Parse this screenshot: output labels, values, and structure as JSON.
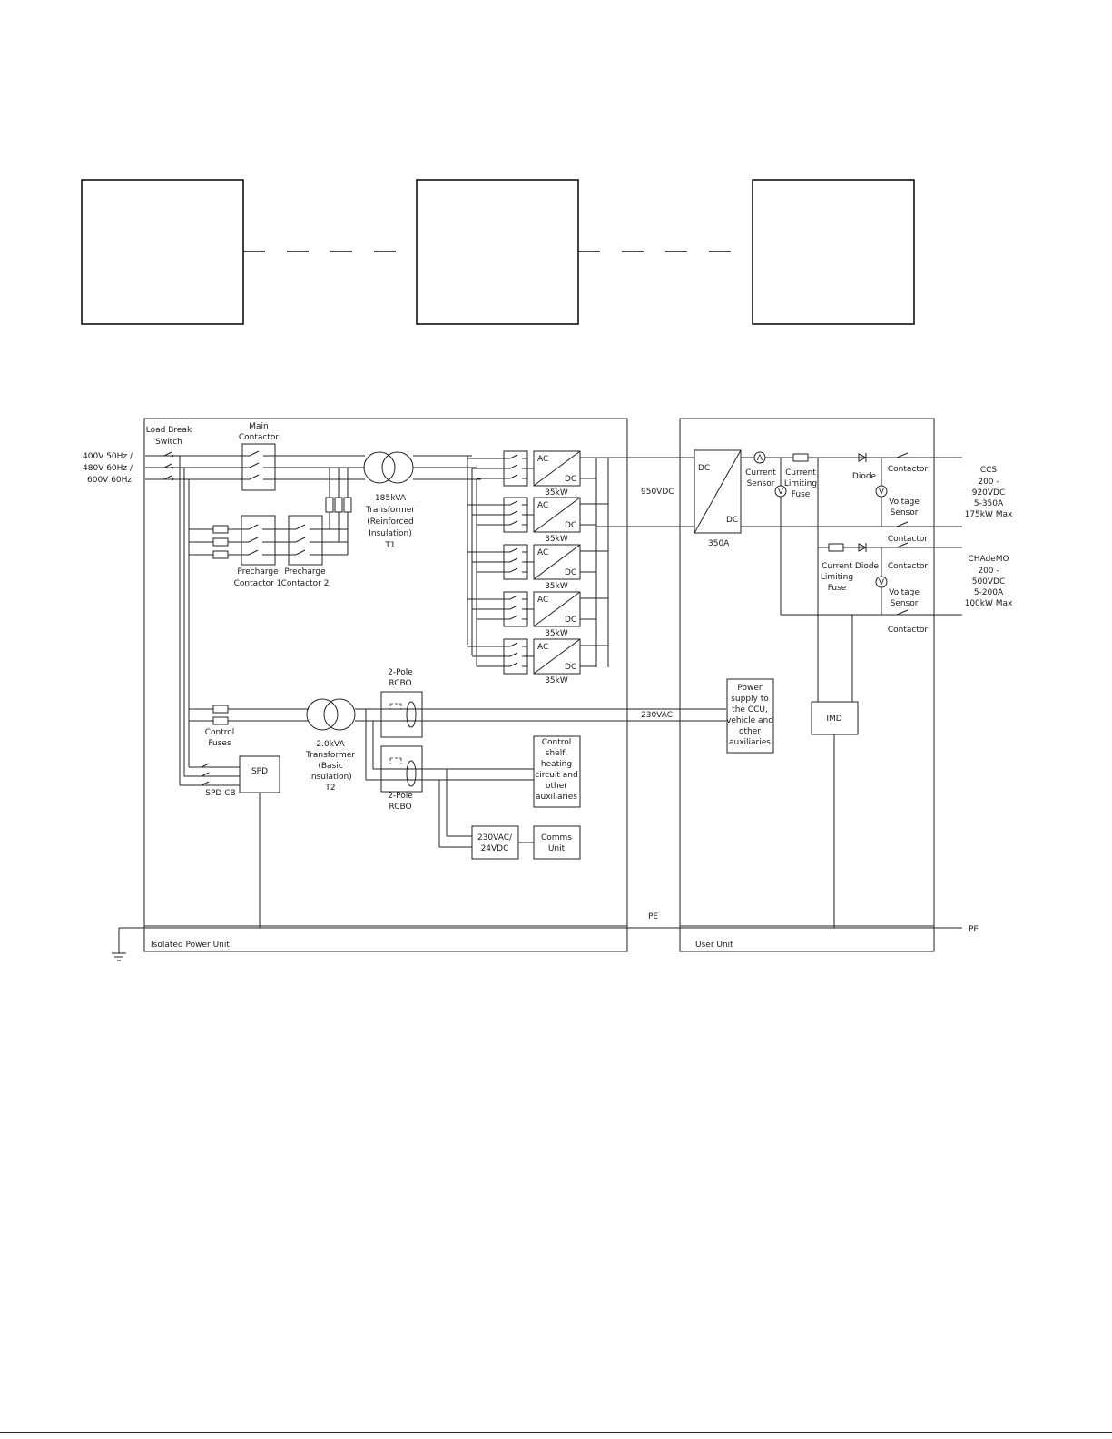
{
  "diagram": {
    "top_blocks": [
      {
        "id": "block-1",
        "text": ""
      },
      {
        "id": "block-2",
        "text": ""
      },
      {
        "id": "block-3",
        "text": ""
      }
    ],
    "units": {
      "isolated_power_unit": "Isolated Power Unit",
      "user_unit": "User Unit"
    },
    "supply": {
      "line1": "400V 50Hz /",
      "line2": "480V 60Hz /",
      "line3": "600V 60Hz"
    },
    "labels": {
      "load_break_switch_1": "Load Break",
      "load_break_switch_2": "Switch",
      "main_contactor_1": "Main",
      "main_contactor_2": "Contactor",
      "transformer_t1": [
        "185kVA",
        "Transformer",
        "(Reinforced",
        "Insulation)",
        "T1"
      ],
      "precharge_1_a": "Precharge",
      "precharge_1_b": "Contactor 1",
      "precharge_2_a": "Precharge",
      "precharge_2_b": "Contactor 2",
      "converter_ac": "AC",
      "converter_dc": "DC",
      "converter_kw": "35kW",
      "dc_bus": "950VDC",
      "dcdc_in": "DC",
      "dcdc_out": "DC",
      "dcdc_current": "350A",
      "current_sensor": [
        "Current",
        "Sensor"
      ],
      "current_limiting_fuse_top": [
        "Current",
        "Limiting",
        "Fuse"
      ],
      "diode_top": "Diode",
      "contactor_ccs_top": "Contactor",
      "voltage_sensor_top": [
        "Voltage",
        "Sensor"
      ],
      "contactor_ccs_bottom": "Contactor",
      "ccs": [
        "CCS",
        "200 -",
        "920VDC",
        "5-350A",
        "175kW Max"
      ],
      "current_limiting_fuse_bottom": [
        "Current",
        "Limiting",
        "Fuse"
      ],
      "diode_bottom": "Diode",
      "contactor_chademo_top": "Contactor",
      "voltage_sensor_bottom": [
        "Voltage",
        "Sensor"
      ],
      "contactor_chademo_bottom": "Contactor",
      "chademo": [
        "CHAdeMO",
        "200 -",
        "500VDC",
        "5-200A",
        "100kW Max"
      ],
      "control_fuses": [
        "Control",
        "Fuses"
      ],
      "transformer_t2": [
        "2.0kVA",
        "Transformer",
        "(Basic",
        "Insulation)",
        "T2"
      ],
      "rcbo_top": [
        "2-Pole",
        "RCBO"
      ],
      "rcbo_bottom": [
        "2-Pole",
        "RCBO"
      ],
      "ac_bus": "230VAC",
      "power_supply": [
        "Power",
        "supply to",
        "the CCU,",
        "vehicle and",
        "other",
        "auxiliaries"
      ],
      "control_shelf": [
        "Control",
        "shelf,",
        "heating",
        "circuit and",
        "other",
        "auxiliaries"
      ],
      "psu": [
        "230VAC/",
        "24VDC"
      ],
      "comms": [
        "Comms",
        "Unit"
      ],
      "spd": "SPD",
      "spd_cb": "SPD CB",
      "imd": "IMD",
      "pe_left": "PE",
      "pe_right": "PE",
      "sensor_a": "A",
      "sensor_v": "V"
    }
  }
}
